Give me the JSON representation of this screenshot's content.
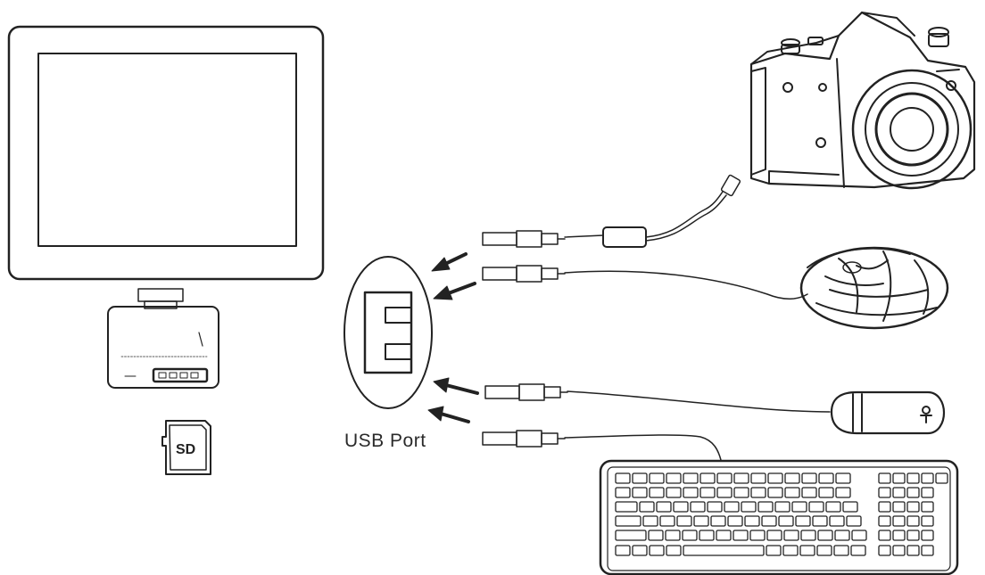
{
  "labels": {
    "usb_port": "USB Port",
    "sd_card": "SD"
  },
  "devices": [
    {
      "name": "tablet"
    },
    {
      "name": "card-reader-adapter"
    },
    {
      "name": "sd-card"
    },
    {
      "name": "camera"
    },
    {
      "name": "mouse"
    },
    {
      "name": "usb-flash-drive"
    },
    {
      "name": "keyboard"
    }
  ],
  "colors": {
    "line": "#222222",
    "background": "#ffffff"
  }
}
